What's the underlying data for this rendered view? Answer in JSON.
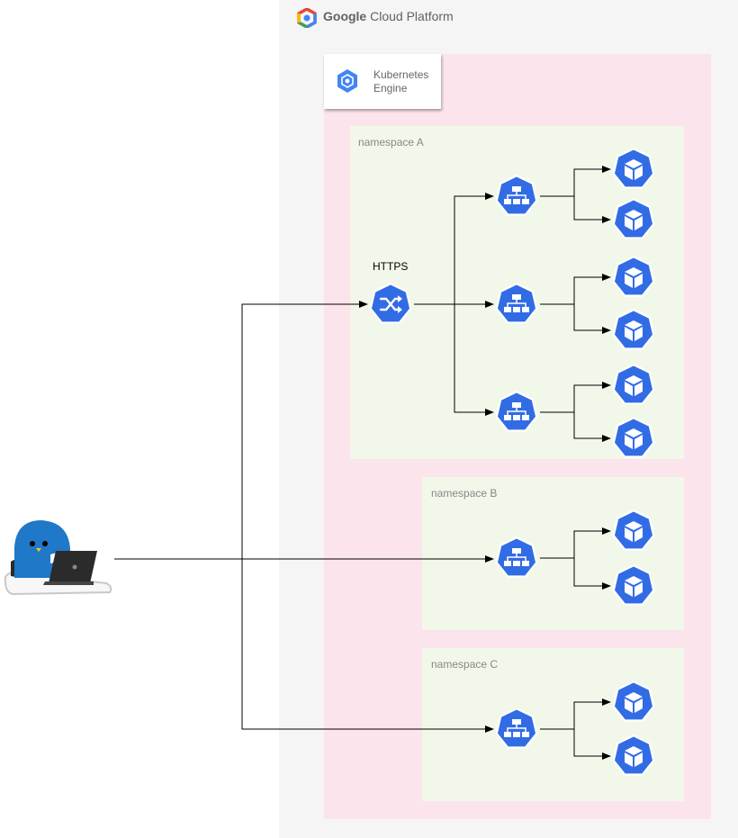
{
  "platform": {
    "brand": "Google",
    "product": "Cloud Platform"
  },
  "engine": {
    "name_line1": "Kubernetes",
    "name_line2": "Engine"
  },
  "namespaces": [
    {
      "label": "namespace A"
    },
    {
      "label": "namespace B"
    },
    {
      "label": "namespace C"
    }
  ],
  "ingress": {
    "label": "HTTPS"
  },
  "colors": {
    "k8s_blue": "#326ce5",
    "gcp_panel": "#f5f5f5",
    "cluster_region": "#fce4ec",
    "namespace_fill": "#f1f8e9",
    "user_blue": "#1f78c8"
  },
  "icons": {
    "service": "k8s-service-icon",
    "pod": "k8s-pod-icon",
    "ingress": "k8s-ingress-icon",
    "user": "user-with-laptop-icon"
  }
}
